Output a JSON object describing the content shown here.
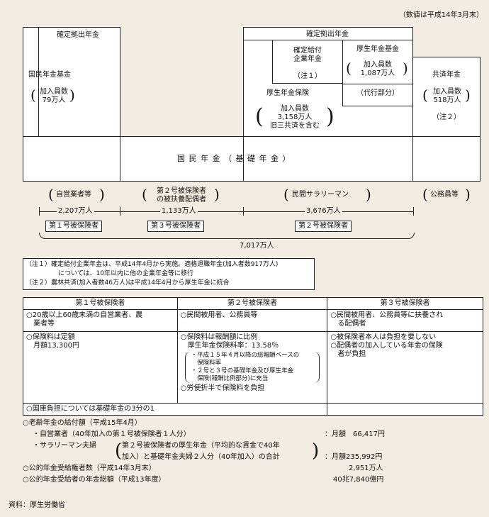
{
  "note_top": "（数値は平成14年3月末）",
  "diagram": {
    "dc_left": "確定拠出年金",
    "npf": {
      "title": "国民年金基金",
      "l1": "加入員数",
      "l2": "79万人"
    },
    "dc_right": "確定拠出年金",
    "db": {
      "l1": "確定給付",
      "l2": "企業年金",
      "note": "（注１）"
    },
    "epf": {
      "title": "厚生年金基金",
      "l1": "加入員数",
      "l2": "1,087万人",
      "sub": "（代行部分）"
    },
    "kosei": {
      "title": "厚生年金保険",
      "l1": "加入員数",
      "l2": "3,158万人",
      "l3": "旧三共済を含む"
    },
    "kyosai": {
      "title": "共済年金",
      "l1": "加入員数",
      "l2": "518万人",
      "note": "（注２）"
    },
    "kokumin": "国 民 年 金 （ 基 礎 年 金 ）"
  },
  "groups": {
    "g1": "自営業者等",
    "g2a": "第２号被保険者",
    "g2b": "の被扶養配偶者",
    "g3": "民間サラリーマン",
    "g4": "公務員等",
    "n1": "2,207万人",
    "n2": "1,133万人",
    "n3": "3,676万人",
    "b1": "第１号被保険者",
    "b2": "第３号被保険者",
    "b3": "第２号被保険者",
    "total": "7,017万人"
  },
  "notes": {
    "n1a": "（注１）確定給付企業年金は、平成14年4月から実施。適格退職年金(加入者数917万人)",
    "n1b": "については、10年以内に他の企業年金等に移行",
    "n2": "（注２）農林共済(加入者数46万人)は平成14年4月から厚生年金に統合"
  },
  "table": {
    "headers": [
      "第１号被保険者",
      "第２号被保険者",
      "第３号被保険者"
    ],
    "r1": [
      "○20歳以上60歳未満の自営業者、農\n　業者等",
      "○民間被用者、公務員等",
      "○民間被用者、公務員等に扶養され\n　る配偶者"
    ],
    "r2c1": "○保険料は定額\n　月額13,300円",
    "r2c2a": "○保険料は報酬額に比例\n　厚生年金保険料率：13.58％",
    "r2c2b": "・平成１５年４月以降の総報酬ベースの\n　保険料率\n・２号と３号の基礎年金及び厚生年金\n　保険(報酬比例部分)に充当",
    "r2c2c": "○労使折半で保険料を負担",
    "r2c3": "○被保険者本人は負担を要しない\n○配偶者の加入している年金の保険\n　者が負担",
    "r3": "○国庫負担については基礎年金の3分の1"
  },
  "summary": {
    "s1": "○老齢年金の給付額（平成15年4月）",
    "s2": "・自営業者（40年加入の第１号被保険者１人分）",
    "s2v": "：月額　66,417円",
    "s3": "・サラリーマン夫婦",
    "s3a": "第２号被保険者の厚生年金（平均的な賃金で40年",
    "s3b": "加入）と基礎年金夫婦２人分（40年加入）の合計",
    "s3v": "：月額235,992円",
    "s4": "○公的年金受給権者数（平成14年3月末）",
    "s4v": "2,951万人",
    "s5": "○公的年金受給者の年金総額（平成13年度）",
    "s5v": "40兆7,840億円"
  },
  "source": "資料：厚生労働省"
}
